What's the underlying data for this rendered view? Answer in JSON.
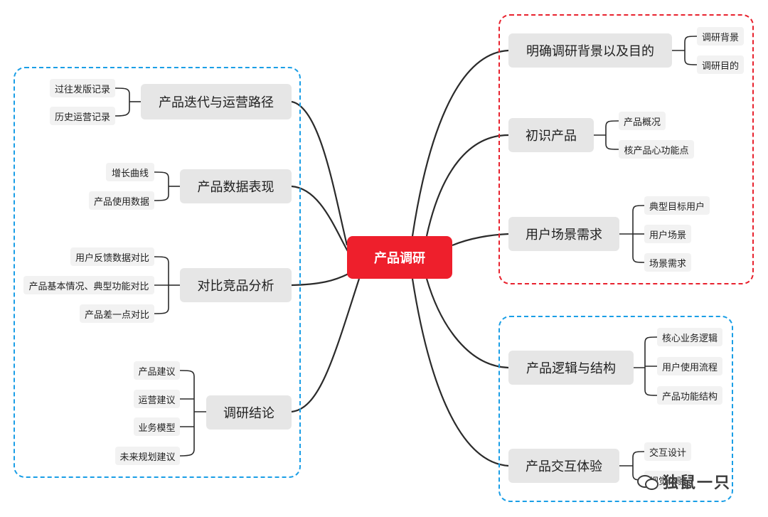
{
  "center": {
    "label": "产品调研"
  },
  "left_topics": [
    {
      "label": "产品迭代与运营路径",
      "children": [
        "过往发版记录",
        "历史运营记录"
      ]
    },
    {
      "label": "产品数据表现",
      "children": [
        "增长曲线",
        "产品使用数据"
      ]
    },
    {
      "label": "对比竞品分析",
      "children": [
        "用户反馈数据对比",
        "产品基本情况、典型功能对比",
        "产品差一点对比"
      ]
    },
    {
      "label": "调研结论",
      "children": [
        "产品建议",
        "运营建议",
        "业务模型",
        "未来规划建议"
      ]
    }
  ],
  "right_topics": [
    {
      "label": "明确调研背景以及目的",
      "children": [
        "调研背景",
        "调研目的"
      ]
    },
    {
      "label": "初识产品",
      "children": [
        "产品概况",
        "核产品心功能点"
      ]
    },
    {
      "label": "用户场景需求",
      "children": [
        "典型目标用户",
        "用户场景",
        "场景需求"
      ]
    },
    {
      "label": "产品逻辑与结构",
      "children": [
        "核心业务逻辑",
        "用户使用流程",
        "产品功能结构"
      ]
    },
    {
      "label": "产品交互体验",
      "children": [
        "交互设计",
        "视觉体验"
      ]
    }
  ],
  "watermark": {
    "text": "独鼠一只",
    "icon": "wechat-icon"
  },
  "colors": {
    "center_fill": "#ee1f2c",
    "node_fill": "#e6e6e6",
    "line": "#2b2b2b",
    "blue_boundary": "#1a9ee6",
    "red_boundary": "#e8222e"
  }
}
